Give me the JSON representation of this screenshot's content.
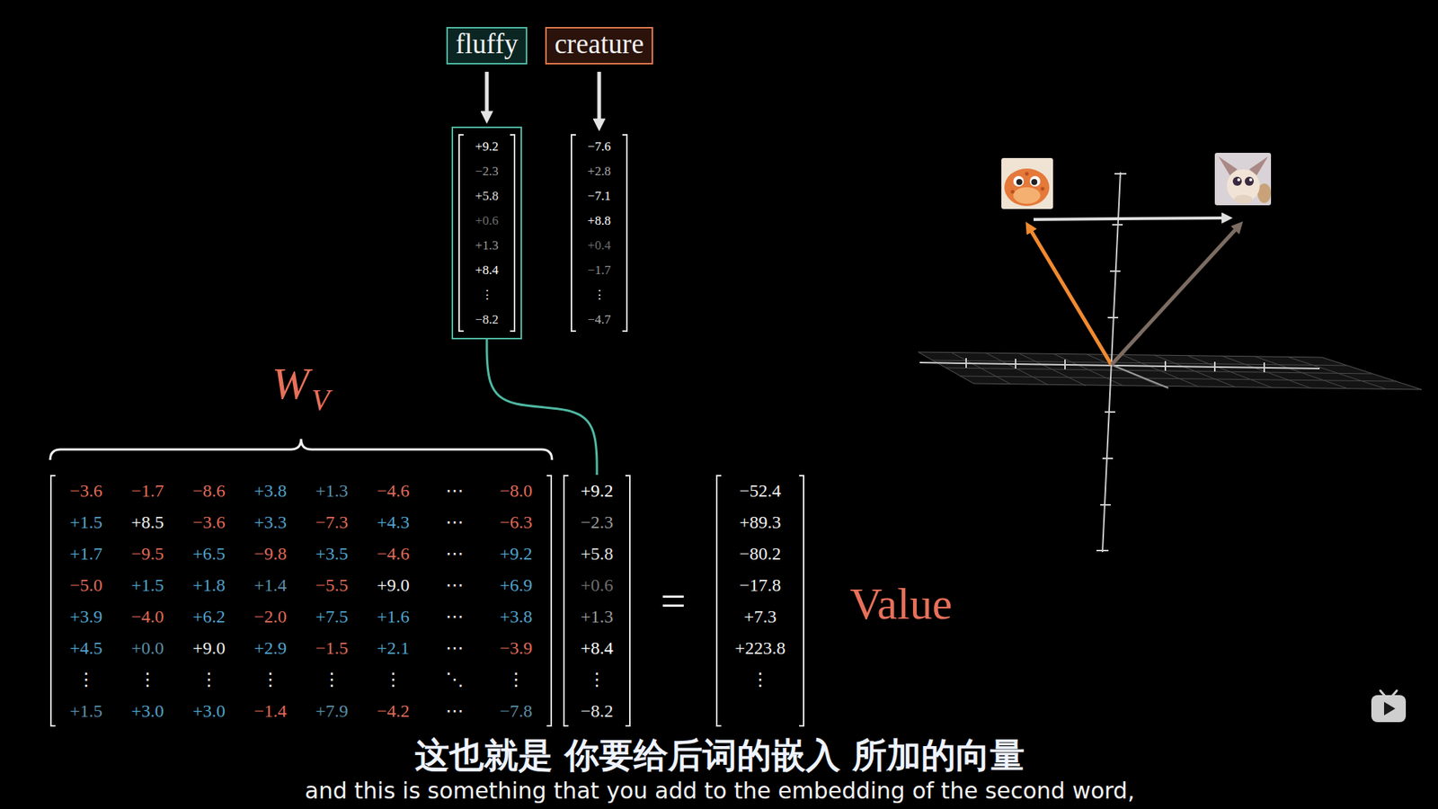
{
  "diagram": {
    "nodes": [
      {
        "text": [
          "fluffy"
        ]
      },
      {
        "text": [
          "creature"
        ]
      },
      {
        "text": [
          "+9.2",
          "−2.3",
          "+5.8",
          "+0.6",
          "+1.3",
          "+8.4",
          "⋮",
          "−8.2"
        ]
      },
      {
        "text": [
          "−7.6",
          "+2.8",
          "−7.1",
          "+8.8",
          "+0.4",
          "−1.7",
          "⋮",
          "−4.7"
        ]
      },
      {
        "text": [
          "−3.6",
          "−1.7",
          "−8.6",
          "+3.8",
          "+1.3",
          "−4.6",
          "⋯",
          "−8.0",
          "+1.5",
          "+8.5",
          "−3.6",
          "+3.3",
          "−7.3",
          "+4.3",
          "⋯",
          "−6.3",
          "+1.7",
          "−9.5",
          "+6.5",
          "−9.8",
          "+3.5",
          "−4.6",
          "⋯",
          "+9.2",
          "−5.0",
          "+1.5",
          "+1.8",
          "+1.4",
          "−5.5",
          "+9.0",
          "⋯",
          "+6.9",
          "+3.9",
          "−4.0",
          "+6.2",
          "−2.0",
          "+7.5",
          "+1.6",
          "⋯",
          "+3.8",
          "+4.5",
          "+0.0",
          "+9.0",
          "+2.9",
          "−1.5",
          "+2.1",
          "⋯",
          "−3.9",
          "⋮",
          "⋮",
          "⋮",
          "⋮",
          "⋮",
          "⋮",
          "⋱",
          "⋮",
          "+1.5",
          "+3.0",
          "+3.0",
          "−1.4",
          "+7.9",
          "−4.2",
          "⋯",
          "−7.8"
        ]
      },
      {
        "text": [
          "+9.2",
          "−2.3",
          "+5.8",
          "+0.6",
          "+1.3",
          "+8.4",
          "⋮",
          "−8.2"
        ]
      },
      {
        "text": [
          "−52.4",
          "+89.3",
          "−80.2",
          "−17.8",
          "+7.3",
          "+223.8",
          "⋮"
        ]
      }
    ],
    "edges": [
      {
        "from": 0,
        "to": 2,
        "arrow": "to"
      },
      {
        "from": 1,
        "to": 3,
        "arrow": "to"
      },
      {
        "from": 2,
        "to": 5,
        "arrow": "none"
      }
    ],
    "labels": [
      "W",
      "V",
      "=",
      "Value",
      "这也就是 你要给后词的嵌入 所加的向量",
      "and this is something that you add to the embedding of the second word,"
    ]
  }
}
